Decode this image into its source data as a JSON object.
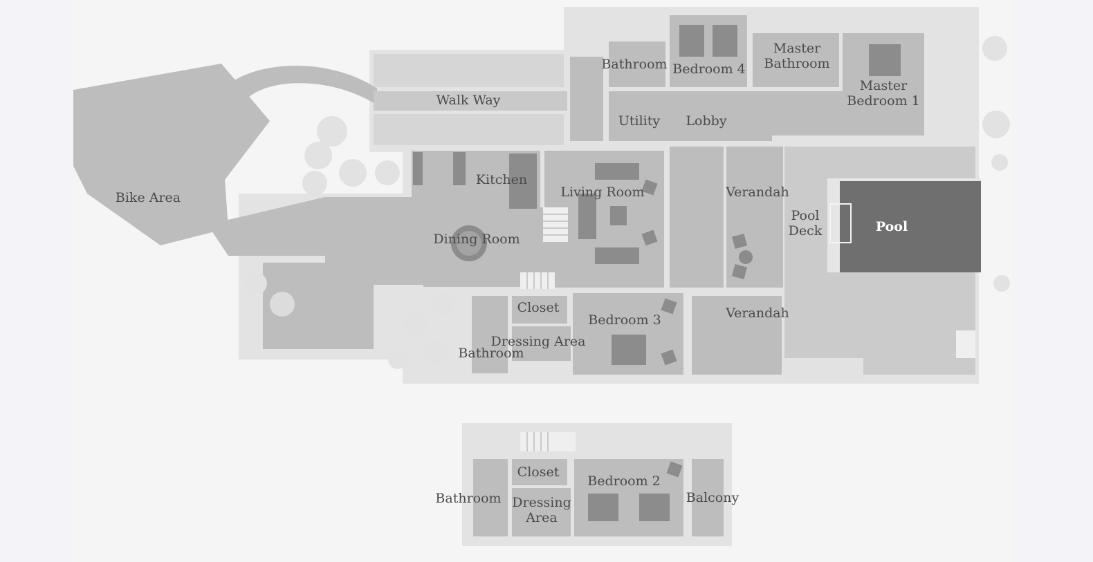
{
  "plan": {
    "colors": {
      "background": "#f3f3f8",
      "paper": "#f5f5f5",
      "wall": "#e4e4e4",
      "floor": "#bfbfbf",
      "furniture": "#8c8c8c",
      "tree": "#e2e2e2",
      "pool": "#6f6f6f",
      "label": "#4a4a4a",
      "pool_label": "#ffffff"
    },
    "labels": {
      "bike_area": "Bike Area",
      "walk_way": "Walk Way",
      "bathroom_top": "Bathroom",
      "bedroom_4": "Bedroom 4",
      "master_bathroom": "Master Bathroom",
      "master_bedroom_1": "Master Bedroom 1",
      "utility": "Utility",
      "lobby": "Lobby",
      "kitchen": "Kitchen",
      "living_room": "Living Room",
      "dining_room": "Dining Room",
      "verandah_top": "Verandah",
      "pool_deck": "Pool Deck",
      "pool": "Pool",
      "closet_1": "Closet",
      "bedroom_3": "Bedroom 3",
      "verandah_bottom": "Verandah",
      "dressing_area_1": "Dressing Area",
      "bathroom_mid": "Bathroom",
      "closet_2": "Closet",
      "bedroom_2": "Bedroom 2",
      "bathroom_lower": "Bathroom",
      "dressing_area_2": "Dressing Area",
      "balcony": "Balcony"
    }
  }
}
